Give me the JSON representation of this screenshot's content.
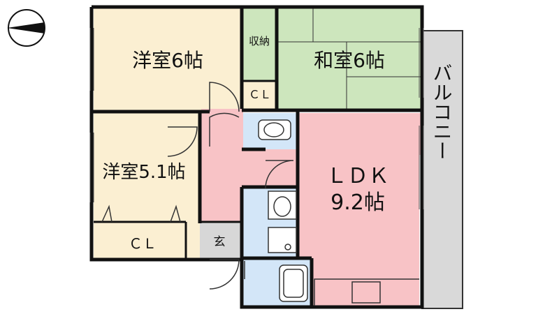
{
  "rooms": {
    "western_room_1": {
      "name": "洋室6帖"
    },
    "japanese_room": {
      "name": "和室6帖"
    },
    "storage": {
      "name": "収納"
    },
    "closet_upper": {
      "name": "ＣＬ"
    },
    "western_room_2": {
      "name": "洋室5.1帖"
    },
    "closet_lower": {
      "name": "ＣＬ"
    },
    "entrance": {
      "name": "玄"
    },
    "ldk": {
      "name": "ＬＤＫ",
      "size": "9.2帖"
    },
    "balcony": {
      "name": "バルコニー"
    }
  },
  "compass": {
    "icon": "north-arrow-icon",
    "direction": "west"
  },
  "colors": {
    "western_room": "#fbefd2",
    "japanese_room": "#cde6bd",
    "ldk_corridor": "#f8c3c6",
    "wet_area": "#d3e6f8",
    "entrance": "#d7d7d7",
    "balcony": "#d9d9d9",
    "wall": "#111111"
  }
}
